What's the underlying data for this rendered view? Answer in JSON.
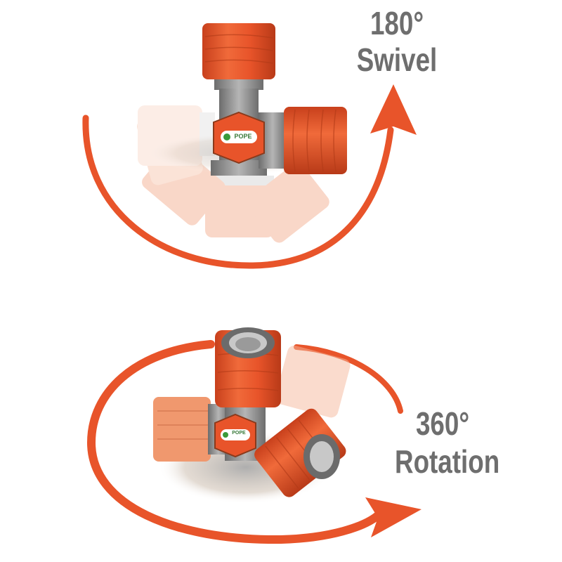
{
  "swivel": {
    "degrees": "180°",
    "word": "Swivel"
  },
  "rotation": {
    "degrees": "360°",
    "word": "Rotation"
  },
  "brand": {
    "logo_text": "POPE"
  },
  "colors": {
    "orange": "#e8542a",
    "arrow": "#e8542a",
    "ghost_orange": "#f5b79c",
    "grey": "#8a8a8a",
    "label_grey": "#6e6e6e"
  }
}
